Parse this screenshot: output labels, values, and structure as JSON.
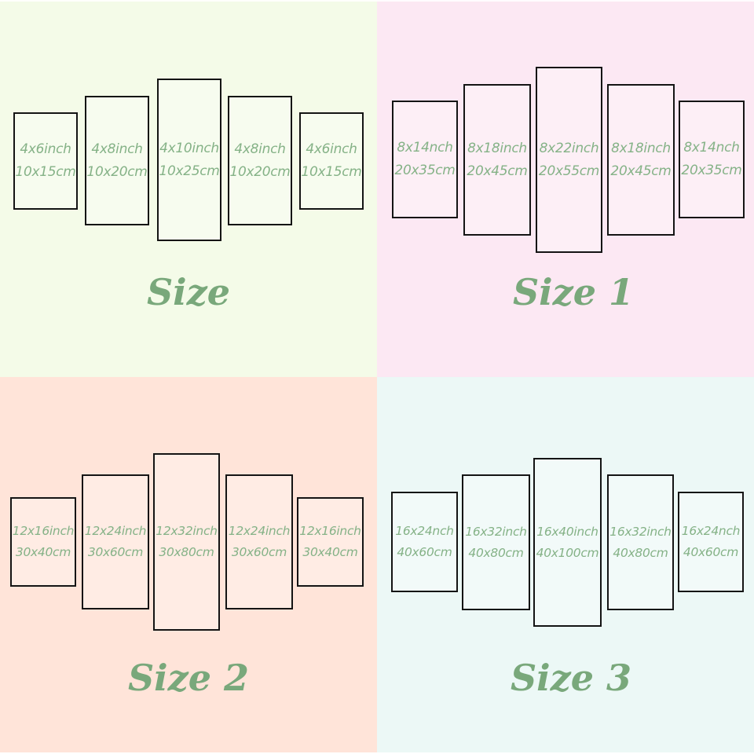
{
  "colors": {
    "title_green": "#79a87b",
    "label_green": "#85b287",
    "panel_border": "#141414",
    "q1_bg": "#f4fbe8",
    "q2_bg": "#fce8f3",
    "q3_bg": "#ffe4d9",
    "q4_bg": "#ecf8f6"
  },
  "quadrants": [
    {
      "title": "Size",
      "bg": "#f4fbe8",
      "panels": [
        {
          "inch": "4x6inch",
          "cm": "10x15cm"
        },
        {
          "inch": "4x8inch",
          "cm": "10x20cm"
        },
        {
          "inch": "4x10inch",
          "cm": "10x25cm"
        },
        {
          "inch": "4x8inch",
          "cm": "10x20cm"
        },
        {
          "inch": "4x6inch",
          "cm": "10x15cm"
        }
      ]
    },
    {
      "title": "Size 1",
      "bg": "#fce8f3",
      "panels": [
        {
          "inch": "8x14nch",
          "cm": "20x35cm"
        },
        {
          "inch": "8x18inch",
          "cm": "20x45cm"
        },
        {
          "inch": "8x22inch",
          "cm": "20x55cm"
        },
        {
          "inch": "8x18inch",
          "cm": "20x45cm"
        },
        {
          "inch": "8x14nch",
          "cm": "20x35cm"
        }
      ]
    },
    {
      "title": "Size 2",
      "bg": "#ffe4d9",
      "panels": [
        {
          "inch": "12x16inch",
          "cm": "30x40cm"
        },
        {
          "inch": "12x24inch",
          "cm": "30x60cm"
        },
        {
          "inch": "12x32inch",
          "cm": "30x80cm"
        },
        {
          "inch": "12x24inch",
          "cm": "30x60cm"
        },
        {
          "inch": "12x16inch",
          "cm": "30x40cm"
        }
      ]
    },
    {
      "title": "Size 3",
      "bg": "#ecf8f6",
      "panels": [
        {
          "inch": "16x24nch",
          "cm": "40x60cm"
        },
        {
          "inch": "16x32inch",
          "cm": "40x80cm"
        },
        {
          "inch": "16x40inch",
          "cm": "40x100cm"
        },
        {
          "inch": "16x32inch",
          "cm": "40x80cm"
        },
        {
          "inch": "16x24nch",
          "cm": "40x60cm"
        }
      ]
    }
  ]
}
